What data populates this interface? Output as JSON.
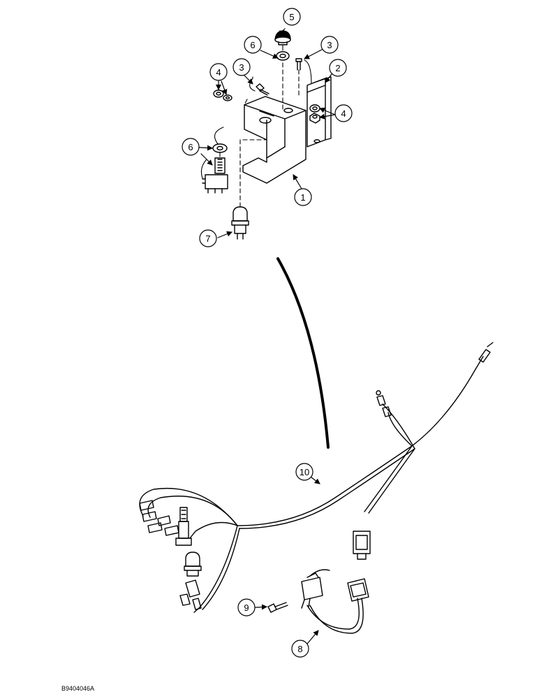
{
  "figure_code": "B9404046A",
  "callouts": {
    "c1": "1",
    "c2": "2",
    "c3a": "3",
    "c3b": "3",
    "c4a": "4",
    "c4b": "4",
    "c5": "5",
    "c6a": "6",
    "c6b": "6",
    "c7": "7",
    "c8": "8",
    "c9": "9",
    "c10": "10"
  }
}
